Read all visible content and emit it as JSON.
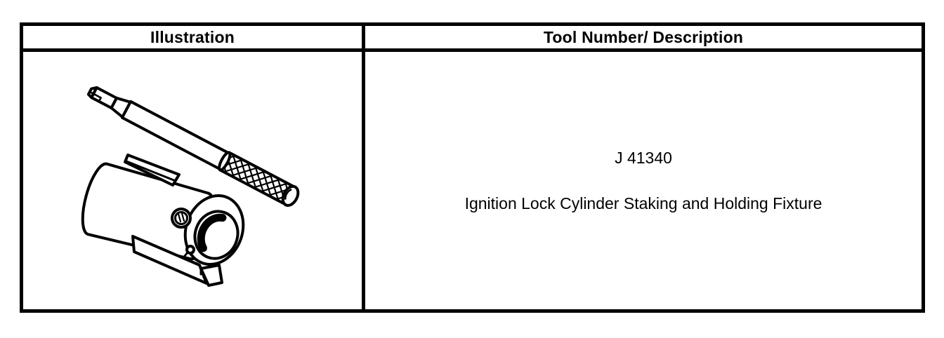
{
  "page": {
    "background": "#ffffff"
  },
  "table": {
    "border_color": "#000000",
    "line_art_color": "#000000",
    "headers": {
      "illustration": "Illustration",
      "tool_number_description": "Tool Number/ Description"
    },
    "row": {
      "tool_number": "J 41340",
      "tool_description": "Ignition Lock Cylinder Staking and Holding Fixture",
      "illustration": "line drawing of a staking punch with knurled handle above an ignition lock cylinder holding fixture with base plate, set screw and open ring face"
    }
  }
}
